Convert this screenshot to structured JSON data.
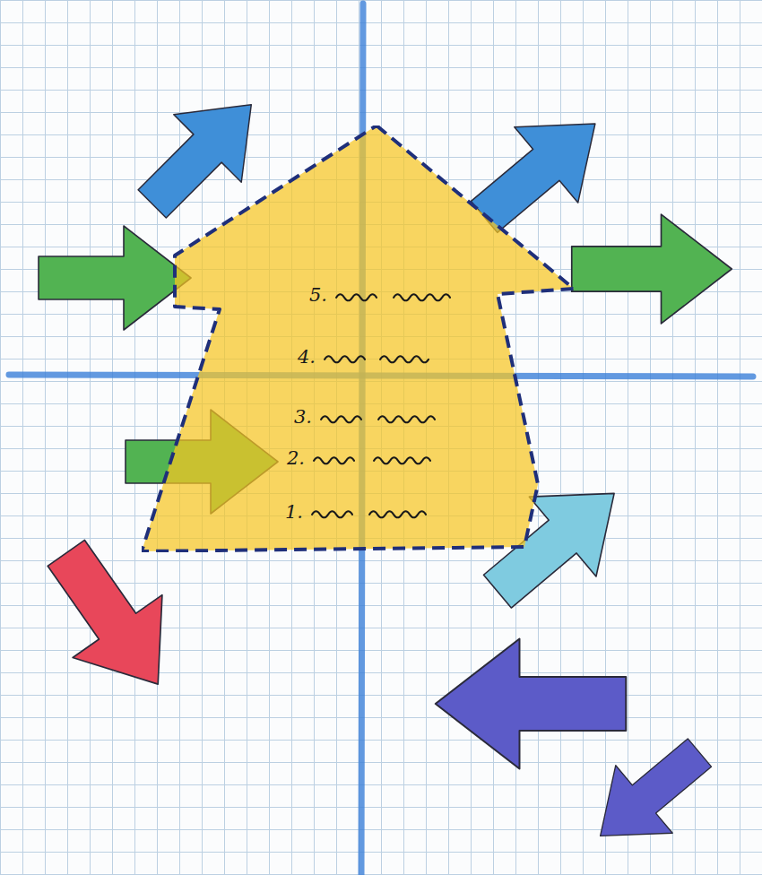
{
  "diagram": {
    "nodes": [
      {
        "text": [
          "5.",
          "4.",
          "3.",
          "2.",
          "1."
        ]
      }
    ]
  }
}
